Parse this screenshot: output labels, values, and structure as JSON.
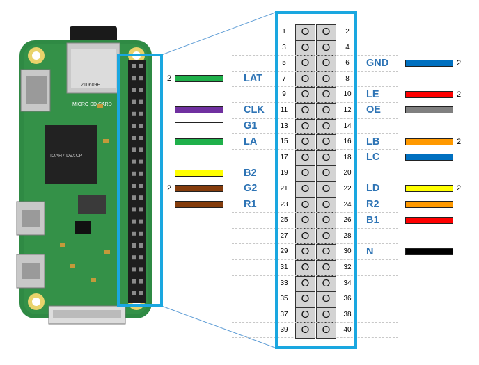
{
  "pins": {
    "left": [
      "1",
      "3",
      "5",
      "7",
      "9",
      "11",
      "13",
      "15",
      "17",
      "19",
      "21",
      "23",
      "25",
      "27",
      "29",
      "31",
      "33",
      "35",
      "37",
      "39"
    ],
    "right": [
      "2",
      "4",
      "6",
      "8",
      "10",
      "12",
      "14",
      "16",
      "18",
      "20",
      "22",
      "24",
      "26",
      "28",
      "30",
      "32",
      "34",
      "36",
      "38",
      "40"
    ],
    "contact_glyph": "O"
  },
  "left_signals": [
    {
      "label": "LAT",
      "row": 3,
      "color": "#1fb04a",
      "count": "2"
    },
    {
      "label": "CLK",
      "row": 5,
      "color": "#7030a0",
      "count": ""
    },
    {
      "label": "G1",
      "row": 6,
      "color": "#ffffff",
      "count": ""
    },
    {
      "label": "LA",
      "row": 7,
      "color": "#1fb04a",
      "count": ""
    },
    {
      "label": "B2",
      "row": 9,
      "color": "#ffff00",
      "count": ""
    },
    {
      "label": "G2",
      "row": 10,
      "color": "#843c0c",
      "count": "2"
    },
    {
      "label": "R1",
      "row": 11,
      "color": "#843c0c",
      "count": ""
    }
  ],
  "right_signals": [
    {
      "label": "GND",
      "row": 2,
      "color": "#0070c0",
      "count": "2"
    },
    {
      "label": "LE",
      "row": 4,
      "color": "#ff0000",
      "count": "2"
    },
    {
      "label": "OE",
      "row": 5,
      "color": "#808080",
      "count": ""
    },
    {
      "label": "LB",
      "row": 7,
      "color": "#ff9900",
      "count": "2"
    },
    {
      "label": "LC",
      "row": 8,
      "color": "#0070c0",
      "count": ""
    },
    {
      "label": "LD",
      "row": 10,
      "color": "#ffff00",
      "count": "2"
    },
    {
      "label": "R2",
      "row": 11,
      "color": "#ff9900",
      "count": ""
    },
    {
      "label": "B1",
      "row": 12,
      "color": "#ff0000",
      "count": ""
    },
    {
      "label": "N",
      "row": 14,
      "color": "#000000",
      "count": ""
    }
  ],
  "board": {
    "chip_label": "IOAH7 D9XCP",
    "card_label": "MICRO SD CARD",
    "id_label": "210609E"
  },
  "colors": {
    "highlight": "#1aa7e0",
    "label_blue": "#2e74b5",
    "pcb_green": "#2f8a44"
  }
}
